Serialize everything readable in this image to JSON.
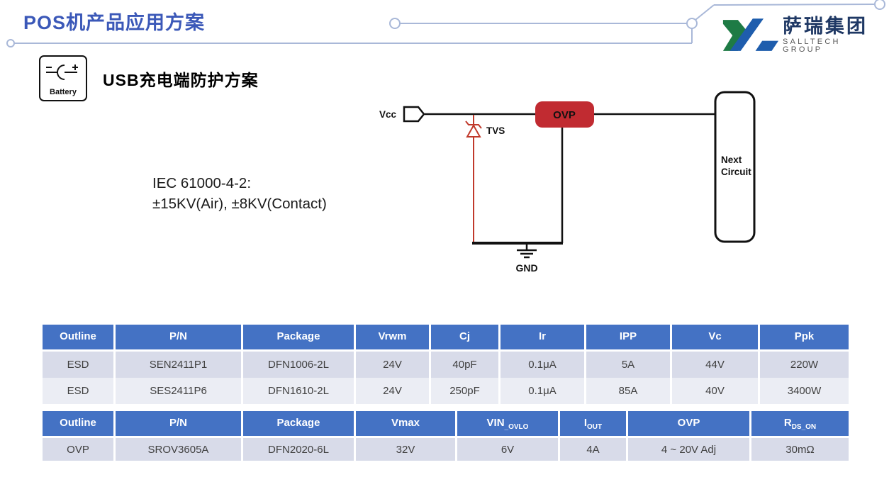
{
  "slide": {
    "title": "POS机产品应用方案",
    "section_heading_latin": "USB",
    "section_heading_cn": "充电端防护方案",
    "iec_line1": "IEC 61000-4-2:",
    "iec_line2": "±15KV(Air), ±8KV(Contact)"
  },
  "logo": {
    "cn": "萨瑞集团",
    "en": "SALLTECH GROUP",
    "green": "#1E7B45",
    "blue": "#1E5DAD"
  },
  "battery": {
    "label": "Battery"
  },
  "circuit": {
    "vcc_label": "Vcc",
    "tvs_label": "TVS",
    "ovp_label": "OVP",
    "gnd_label": "GND",
    "next_line1": "Next",
    "next_line2": "Circuit",
    "ovp_bg": "#C12B31",
    "tvs_color": "#C0392B",
    "wire_color": "#111111"
  },
  "colors": {
    "title_blue": "#3B58B8",
    "decor_line": "#A9B8D8",
    "table_header_bg": "#4472C4",
    "table_row_dark": "#D8DBE9",
    "table_row_light": "#EBEDF4",
    "table_cell_text": "#404040"
  },
  "tables": [
    {
      "headers": [
        {
          "main": "Outline",
          "sub": ""
        },
        {
          "main": "P/N",
          "sub": ""
        },
        {
          "main": "Package",
          "sub": ""
        },
        {
          "main": "Vrwm",
          "sub": ""
        },
        {
          "main": "Cj",
          "sub": ""
        },
        {
          "main": "Ir",
          "sub": ""
        },
        {
          "main": "IPP",
          "sub": ""
        },
        {
          "main": "Vc",
          "sub": ""
        },
        {
          "main": "Ppk",
          "sub": ""
        }
      ],
      "rows": [
        [
          "ESD",
          "SEN2411P1",
          "DFN1006-2L",
          "24V",
          "40pF",
          "0.1μA",
          "5A",
          "44V",
          "220W"
        ],
        [
          "ESD",
          "SES2411P6",
          "DFN1610-2L",
          "24V",
          "250pF",
          "0.1μA",
          "85A",
          "40V",
          "3400W"
        ]
      ]
    },
    {
      "headers": [
        {
          "main": "Outline",
          "sub": ""
        },
        {
          "main": "P/N",
          "sub": ""
        },
        {
          "main": "Package",
          "sub": ""
        },
        {
          "main": "Vmax",
          "sub": ""
        },
        {
          "main": "VIN",
          "sub": "_OVLO"
        },
        {
          "main": "I",
          "sub": "OUT"
        },
        {
          "main": "OVP",
          "sub": ""
        },
        {
          "main": "R",
          "sub": "DS_ON"
        }
      ],
      "rows": [
        [
          "OVP",
          "SROV3605A",
          "DFN2020-6L",
          "32V",
          "6V",
          "4A",
          "4 ~ 20V Adj",
          "30mΩ"
        ]
      ]
    }
  ]
}
